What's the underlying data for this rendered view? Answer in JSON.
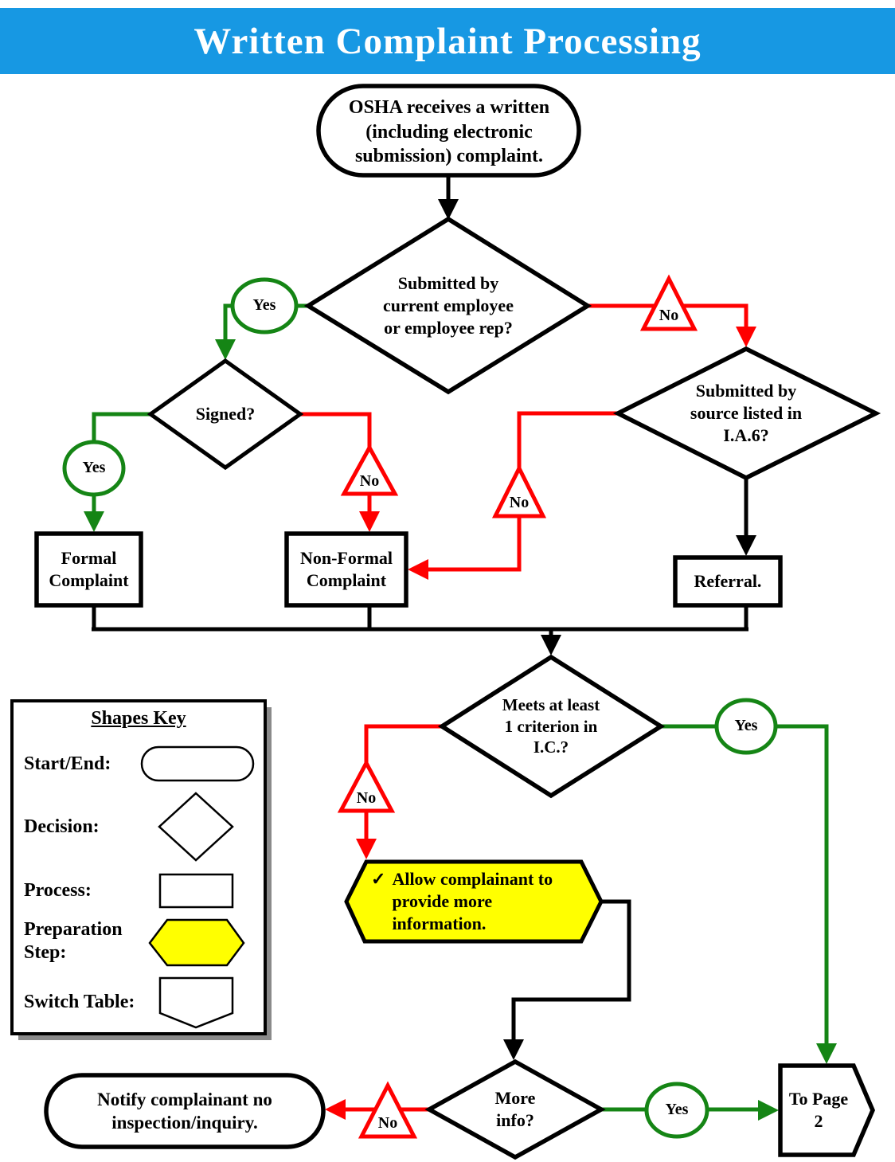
{
  "header": {
    "title": "Written Complaint Processing"
  },
  "colors": {
    "header_blue": "#1798E3",
    "yes_green": "#158515",
    "no_red": "#FF0000",
    "prep_yellow": "#FFFF00",
    "key_shadow": "#8A8A8A"
  },
  "labels": {
    "yes": "Yes",
    "no": "No"
  },
  "nodes": {
    "start": "OSHA receives a written (including electronic submission) complaint.",
    "decision_employee": "Submitted by current employee or employee rep?",
    "decision_signed": "Signed?",
    "decision_source": "Submitted by source listed in I.A.6?",
    "process_formal": "Formal Complaint",
    "process_nonformal": "Non-Formal Complaint",
    "process_referral": "Referral.",
    "decision_criterion": "Meets at least 1 criterion in I.C.?",
    "prep_checkmark": "✓",
    "prep_allow": "Allow complainant to provide more information.",
    "decision_moreinfo": "More info?",
    "end_notify": "Notify complainant no inspection/inquiry.",
    "offpage_to_page2": "To Page 2"
  },
  "shapes_key": {
    "title": "Shapes Key",
    "items": [
      "Start/End:",
      "Decision:",
      "Process:",
      "Preparation Step:",
      "Switch Table:"
    ]
  }
}
